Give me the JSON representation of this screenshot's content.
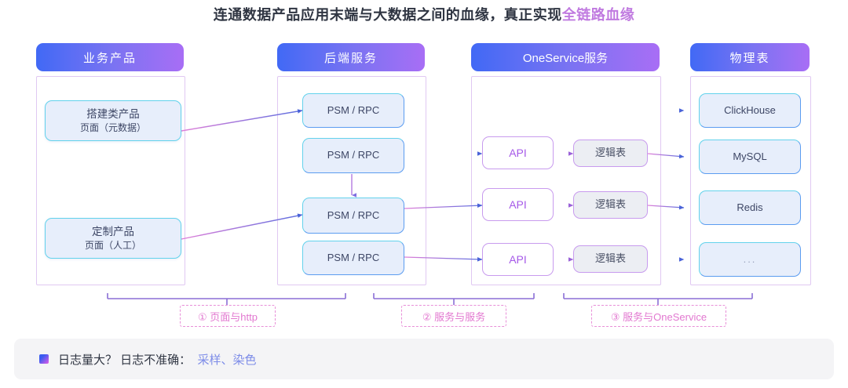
{
  "title": {
    "main": "连通数据产品应用末端与大数据之间的血缘，真正实现",
    "highlight": "全链路血缘",
    "highlight_color": "#c07ae0"
  },
  "theme": {
    "header_gradient_from": "#4169f5",
    "header_gradient_to": "#a86ef5",
    "node_fill": "#e7eefb",
    "node_border": "#63d2ec",
    "api_border": "#c89bee",
    "api_text": "#a659e8",
    "logic_fill": "#eceef3",
    "panel_border": "#e0c8f2",
    "wire_pink": "#e07fd8",
    "wire_blue": "#5b6fe0",
    "bracket_purple": "#8b6fd6",
    "phase_label_color": "#e278d0",
    "footer_bg": "#f4f4f6",
    "footer_accent": "#7d8ce8"
  },
  "columns": [
    {
      "id": "business-products",
      "header": "业务产品",
      "nodes": [
        {
          "line1": "搭建类产品",
          "line2": "页面（元数据）"
        },
        {
          "line1": "定制产品",
          "line2": "页面（人工）"
        }
      ]
    },
    {
      "id": "backend-services",
      "header": "后端服务",
      "nodes": [
        {
          "line1": "PSM / RPC"
        },
        {
          "line1": "PSM / RPC"
        },
        {
          "line1": "PSM / RPC"
        },
        {
          "line1": "PSM / RPC"
        }
      ]
    },
    {
      "id": "oneservice",
      "header": "OneService服务",
      "api_nodes": [
        {
          "line1": "API"
        },
        {
          "line1": "API"
        },
        {
          "line1": "API"
        }
      ],
      "logic_nodes": [
        {
          "line1": "逻辑表"
        },
        {
          "line1": "逻辑表"
        },
        {
          "line1": "逻辑表"
        }
      ]
    },
    {
      "id": "physical-tables",
      "header": "物理表",
      "nodes": [
        {
          "line1": "ClickHouse"
        },
        {
          "line1": "MySQL"
        },
        {
          "line1": "Redis"
        },
        {
          "line1": "..."
        }
      ]
    }
  ],
  "phases": [
    {
      "id": "phase-1",
      "label": "① 页面与http"
    },
    {
      "id": "phase-2",
      "label": "② 服务与服务"
    },
    {
      "id": "phase-3",
      "label": "③ 服务与OneService"
    }
  ],
  "footer": {
    "text_prefix": "日志量大？ 日志不准确：",
    "text_accent": "采样、染色"
  }
}
